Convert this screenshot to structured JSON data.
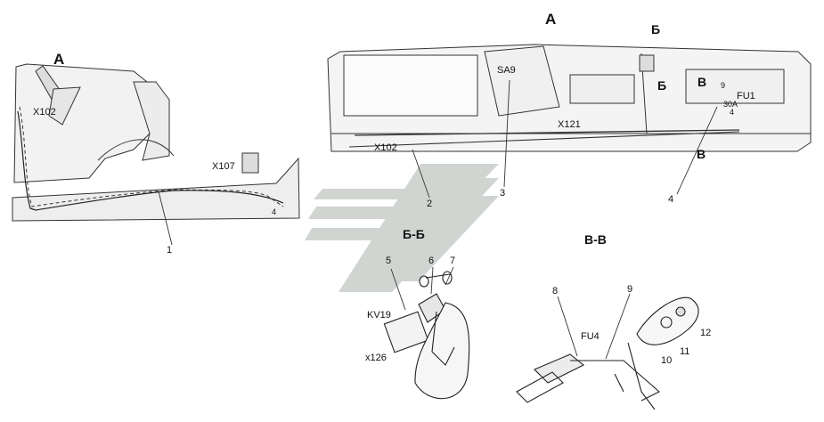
{
  "views": {
    "view_a_left": "А",
    "view_a_top": "А",
    "section_bb_top": "Б",
    "section_bb_bottom": "Б",
    "section_vv_top": "В",
    "section_vv_bottom": "В",
    "section_bb_title": "Б-Б",
    "section_vv_title": "В-В"
  },
  "components": {
    "x102_left": "X102",
    "x107": "X107",
    "x102_right": "X102",
    "sa9": "SA9",
    "x121": "X121",
    "fu1": "FU1",
    "fuse_30a": "30А",
    "kv19": "KV19",
    "x126": "x126",
    "fu4": "FU4"
  },
  "callouts": [
    "1",
    "2",
    "3",
    "4",
    "5",
    "6",
    "7",
    "8",
    "9",
    "10",
    "11",
    "12"
  ],
  "small_marks": {
    "mark_4_left": "4",
    "mark_9_right": "9",
    "mark_4_right": "4"
  },
  "colors": {
    "line": "#333333",
    "light": "#777777",
    "fill": "#e9e9e9",
    "watermark": "#c8cdc8"
  }
}
